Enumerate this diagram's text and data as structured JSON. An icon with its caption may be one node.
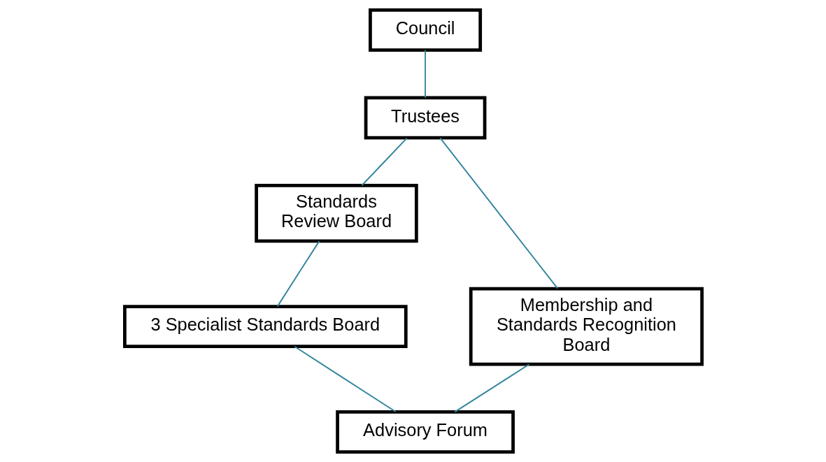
{
  "diagram": {
    "nodes": [
      {
        "text": [
          "Council"
        ]
      },
      {
        "text": [
          "Trustees"
        ]
      },
      {
        "text": [
          "Standards Review Board"
        ]
      },
      {
        "text": [
          "Membership and Standards Recognition Board"
        ]
      },
      {
        "text": [
          "3 Specialist Standards Board"
        ]
      },
      {
        "text": [
          "Advisory Forum"
        ]
      }
    ],
    "edges": [
      {
        "from": 0,
        "to": 1,
        "arrow": "none"
      },
      {
        "from": 1,
        "to": 2,
        "arrow": "none"
      },
      {
        "from": 1,
        "to": 3,
        "arrow": "none"
      },
      {
        "from": 2,
        "to": 4,
        "arrow": "none"
      },
      {
        "from": 4,
        "to": 5,
        "arrow": "none"
      },
      {
        "from": 3,
        "to": 5,
        "arrow": "none"
      }
    ]
  }
}
